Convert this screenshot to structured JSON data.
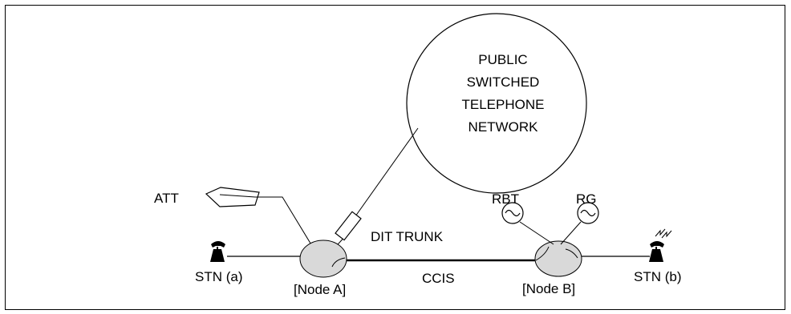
{
  "network": {
    "line1": "PUBLIC",
    "line2": "SWITCHED",
    "line3": "TELEPHONE",
    "line4": "NETWORK"
  },
  "labels": {
    "att": "ATT",
    "dit_trunk": "DIT TRUNK",
    "ccis": "CCIS",
    "rbt": "RBT",
    "rg": "RG",
    "node_a": "[Node A]",
    "node_b": "[Node B]",
    "stn_a": "STN (a)",
    "stn_b": "STN (b)"
  },
  "colors": {
    "node_fill": "#d9d9d9",
    "line": "#000000"
  },
  "icons": [
    "telephone-icon",
    "ringing-telephone-icon",
    "attendant-console-icon",
    "tone-generator-icon",
    "trunk-circuit-icon"
  ]
}
